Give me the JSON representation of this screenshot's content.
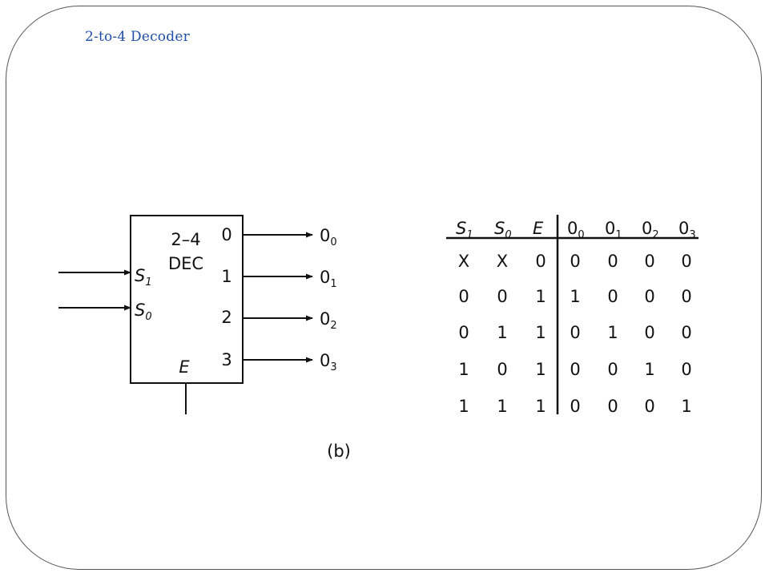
{
  "slide": {
    "title": "2-to-4 Decoder"
  },
  "decoder": {
    "name_line1": "2–4",
    "name_line2": "DEC",
    "inputs": [
      {
        "name": "S",
        "sub": "1"
      },
      {
        "name": "S",
        "sub": "0"
      }
    ],
    "enable": "E",
    "output_pins": [
      "0",
      "1",
      "2",
      "3"
    ],
    "outputs": [
      {
        "name": "0",
        "sub": "0"
      },
      {
        "name": "0",
        "sub": "1"
      },
      {
        "name": "0",
        "sub": "2"
      },
      {
        "name": "0",
        "sub": "3"
      }
    ],
    "caption": "(b)"
  },
  "truth_table": {
    "headers": [
      {
        "name": "S",
        "sub": "1",
        "italic": true
      },
      {
        "name": "S",
        "sub": "0",
        "italic": true
      },
      {
        "name": "E",
        "sub": "",
        "italic": true
      },
      {
        "name": "0",
        "sub": "0",
        "italic": false
      },
      {
        "name": "0",
        "sub": "1",
        "italic": false
      },
      {
        "name": "0",
        "sub": "2",
        "italic": false
      },
      {
        "name": "0",
        "sub": "3",
        "italic": false
      }
    ],
    "rows": [
      [
        "X",
        "X",
        "0",
        "0",
        "0",
        "0",
        "0"
      ],
      [
        "0",
        "0",
        "1",
        "1",
        "0",
        "0",
        "0"
      ],
      [
        "0",
        "1",
        "1",
        "0",
        "1",
        "0",
        "0"
      ],
      [
        "1",
        "0",
        "1",
        "0",
        "0",
        "1",
        "0"
      ],
      [
        "1",
        "1",
        "1",
        "0",
        "0",
        "0",
        "1"
      ]
    ]
  }
}
